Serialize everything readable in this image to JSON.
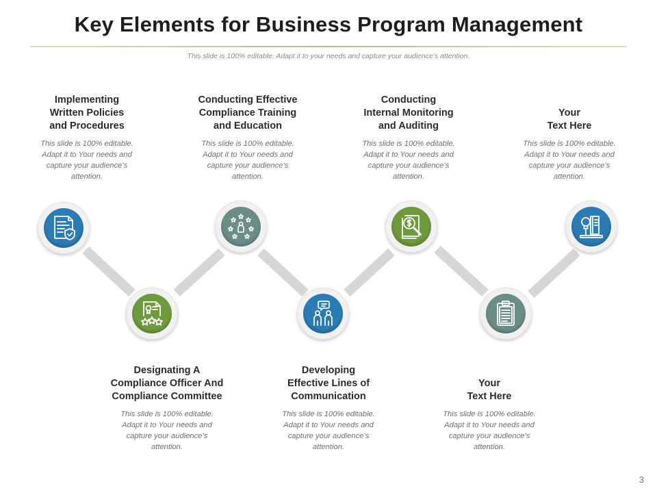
{
  "title": "Key Elements for Business Program Management",
  "subtitle": "This slide is 100% editable. Adapt it to your needs and capture your audience’s attention.",
  "colors": {
    "blue": "#2b7bb5",
    "teal": "#6b8d88",
    "green": "#6f9a3b",
    "rule": "#a8c285",
    "connector": "#d6d6d6"
  },
  "items": [
    {
      "heading": "Implementing\nWritten Policies\nand Procedures",
      "body": "This slide is 100% editable. Adapt it to Your needs and capture your audience’s attention.",
      "icon": "policy-document-shield-icon",
      "color": "#2b7bb5"
    },
    {
      "heading": "Designating A\nCompliance Officer And\nCompliance Committee",
      "body": "This slide is 100% editable. Adapt it to Your needs and capture your audience’s attention.",
      "icon": "certificate-stars-icon",
      "color": "#6f9a3b"
    },
    {
      "heading": "Conducting Effective\nCompliance Training\nand Education",
      "body": "This slide is 100% editable. Adapt it to Your needs and capture your audience’s attention.",
      "icon": "person-stars-icon",
      "color": "#6b8d88"
    },
    {
      "heading": "Developing\nEffective  Lines of\nCommunication",
      "body": "This slide is 100% editable. Adapt it to Your needs and capture your audience’s attention.",
      "icon": "people-chat-icon",
      "color": "#2b7bb5"
    },
    {
      "heading": "Conducting\nInternal Monitoring\nand Auditing",
      "body": "This slide is 100% editable. Adapt it to Your needs and capture your audience’s attention.",
      "icon": "magnifier-dollar-icon",
      "color": "#6f9a3b"
    },
    {
      "heading": "Your\nText Here",
      "body": "This slide is 100% editable. Adapt it to Your needs and capture your audience’s attention.",
      "icon": "clipboard-icon",
      "color": "#6b8d88"
    },
    {
      "heading": "Your\nText Here",
      "body": "This slide is 100% editable. Adapt it to Your needs and capture your audience’s attention.",
      "icon": "lightbulb-book-icon",
      "color": "#2b7bb5"
    }
  ],
  "page_number": "3"
}
